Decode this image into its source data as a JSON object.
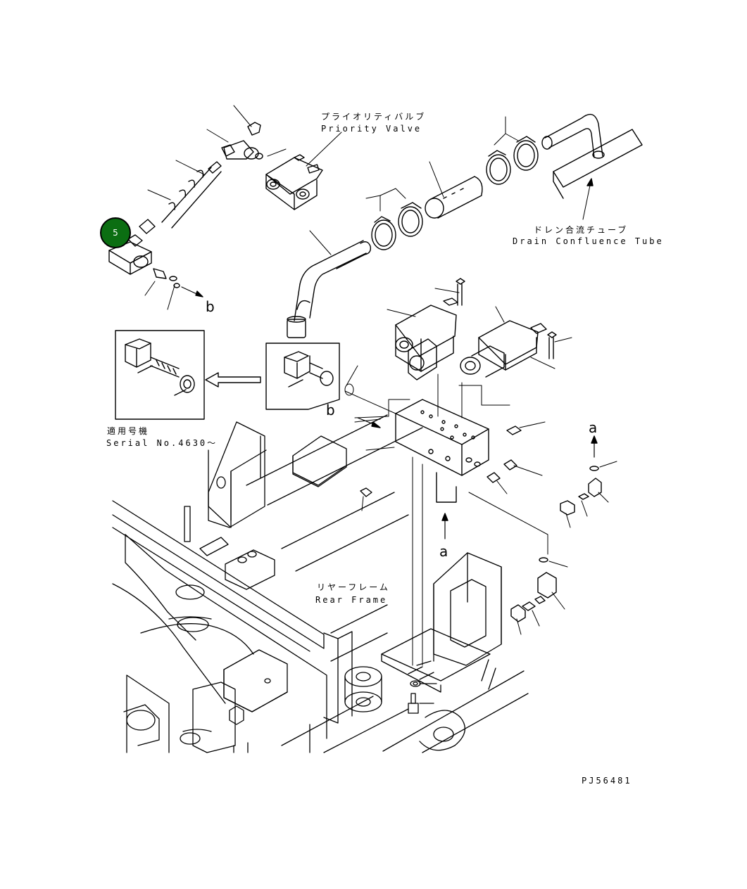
{
  "labels": {
    "priority_valve_jp": "プライオリティバルブ",
    "priority_valve_en": "Priority Valve",
    "drain_tube_jp": "ドレン合流チューブ",
    "drain_tube_en": "Drain Confluence Tube",
    "serial_jp": "適用号機",
    "serial_en": "Serial No.4630～",
    "rear_frame_jp": "リヤーフレーム",
    "rear_frame_en": "Rear Frame",
    "drawing_code": "PJ56481"
  },
  "markers": {
    "b_upper": "b",
    "b_lower": "b",
    "a_right": "a",
    "a_lower": "a"
  },
  "callout": {
    "number": "5",
    "color": "#0b6e12"
  }
}
